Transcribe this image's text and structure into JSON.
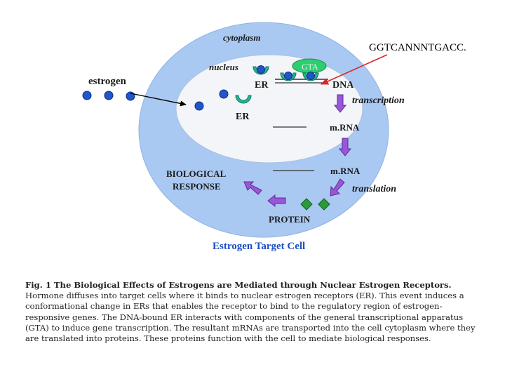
{
  "diagram": {
    "labels": {
      "cytoplasm": "cytoplasm",
      "nucleus": "nucleus",
      "estrogen": "estrogen",
      "er_top": "ER",
      "er_bottom": "ER",
      "gta": "GTA",
      "dna": "DNA",
      "transcription": "transcription",
      "mrna_nuclear": "m.RNA",
      "mrna_cyto": "m.RNA",
      "translation": "translation",
      "protein": "PROTEIN",
      "biological_line1": "BIOLOGICAL",
      "biological_line2": "RESPONSE",
      "cell_title": "Estrogen Target Cell",
      "sequence": "GGTCANNNTGACC."
    },
    "colors": {
      "cytoplasm": "#a9c9f2",
      "nucleus": "#f3f5f9",
      "estrogen_dot": "#1f57c9",
      "receptor": "#23b592",
      "gta": "#2fcd72",
      "protein": "#2a9a3b",
      "flow_arrow": "#9956d6",
      "pointer_arrow": "#d42a2a",
      "title_blue": "#1d4fbf"
    }
  },
  "caption": {
    "title": "Fig. 1 The Biological Effects of Estrogens are Mediated through Nuclear Estrogen Receptors.",
    "body": " Hormone diffuses into target cells where it binds to nuclear estrogen receptors (ER). This event induces a conformational change in ERs that enables the receptor to bind to the regulatory region of estrogen-responsive genes. The DNA-bound ER interacts with components of the general transcriptional apparatus (GTA) to induce gene transcription. The resultant mRNAs are transported into the cell cytoplasm where they are translated into proteins. These proteins function with the cell to mediate biological responses."
  }
}
